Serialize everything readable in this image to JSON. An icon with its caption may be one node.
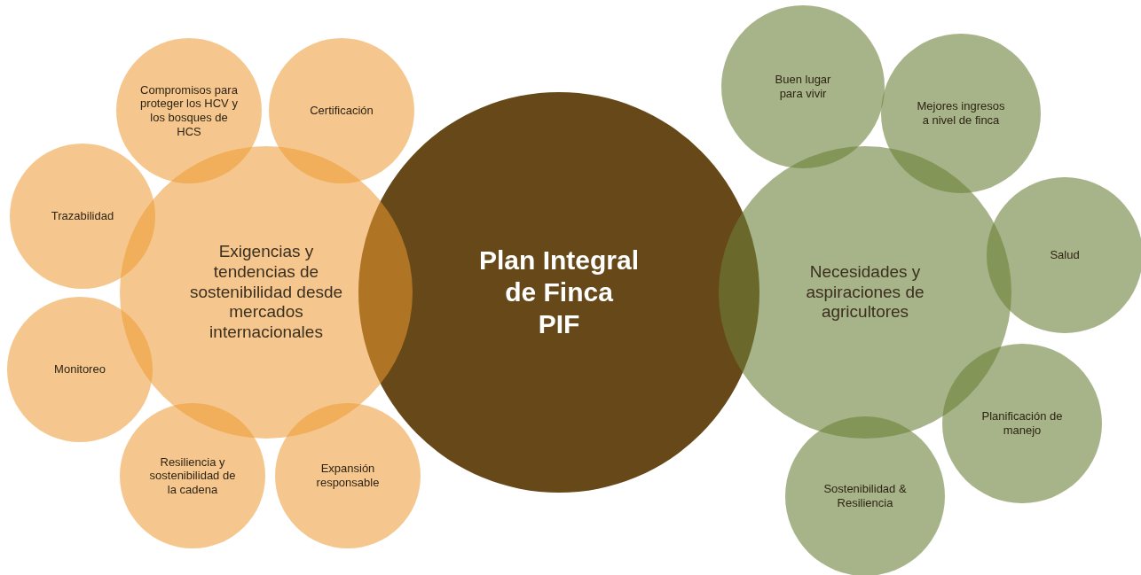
{
  "diagram": {
    "nodes": [
      {
        "text": [
          "Exigencias y tendencias de sostenibilidad desde mercados internacionales"
        ]
      },
      {
        "text": [
          "Compromisos para proteger los HCV y los bosques de HCS"
        ]
      },
      {
        "text": [
          "Certificación"
        ]
      },
      {
        "text": [
          "Trazabilidad"
        ]
      },
      {
        "text": [
          "Monitoreo"
        ]
      },
      {
        "text": [
          "Resiliencia y sostenibilidad de la cadena"
        ]
      },
      {
        "text": [
          "Expansión responsable"
        ]
      },
      {
        "text": [
          "Plan Integral de Finca",
          "PIF"
        ]
      },
      {
        "text": [
          "Necesidades y aspiraciones de agricultores"
        ]
      },
      {
        "text": [
          "Buen lugar para vivir"
        ]
      },
      {
        "text": [
          "Mejores ingresos a nivel de finca"
        ]
      },
      {
        "text": [
          "Salud"
        ]
      },
      {
        "text": [
          "Planificación de manejo"
        ]
      },
      {
        "text": [
          "Sostenibilidad & Resiliencia"
        ]
      }
    ]
  }
}
